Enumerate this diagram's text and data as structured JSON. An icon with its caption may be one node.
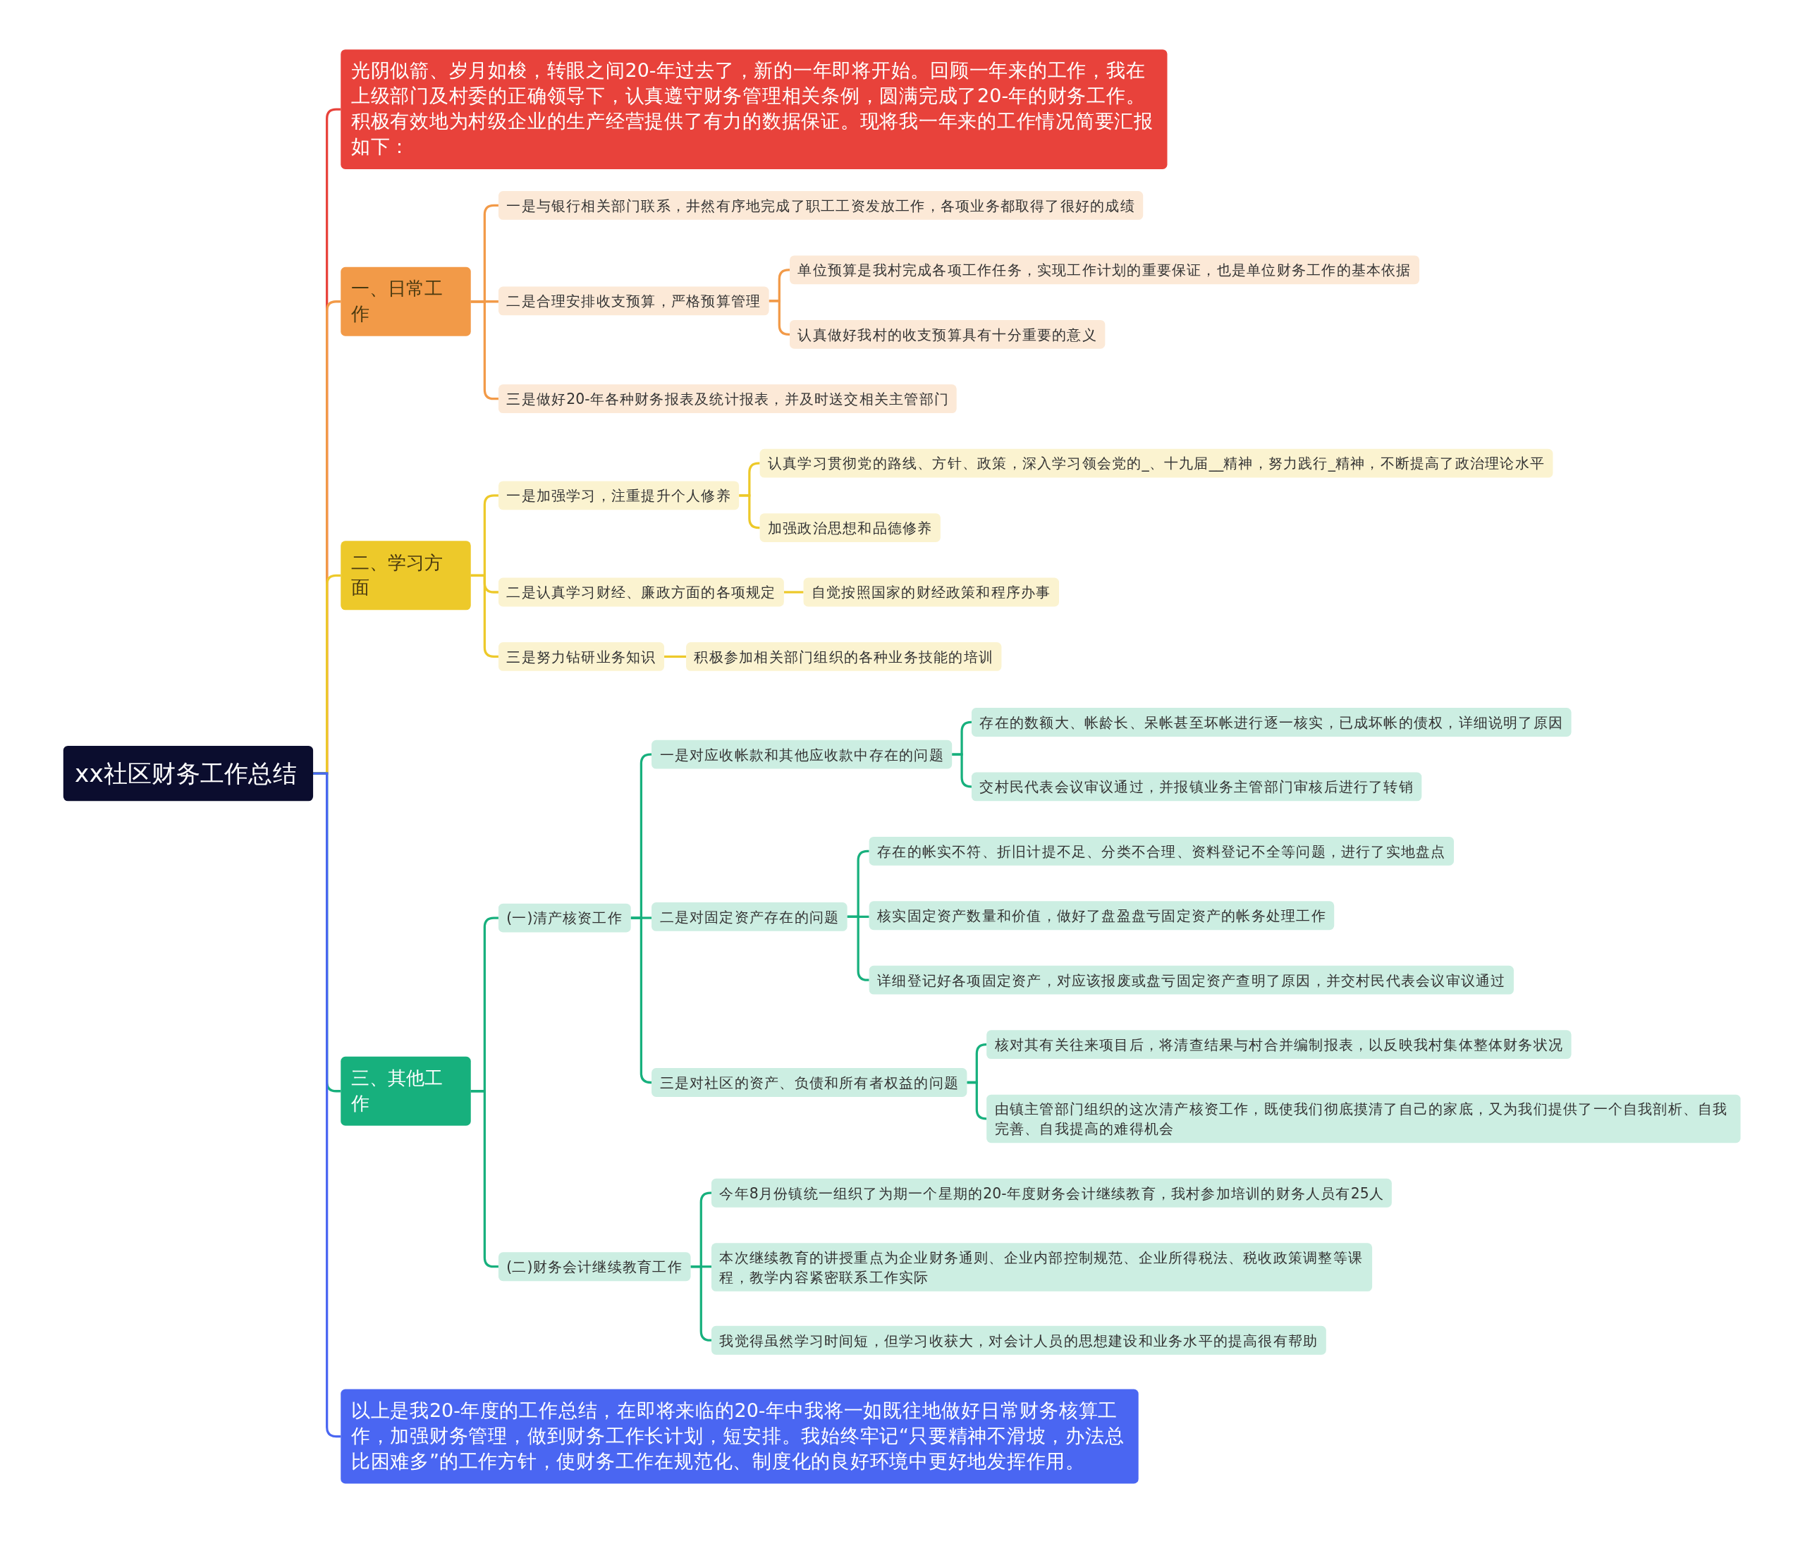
{
  "diagram": {
    "nodes": [
      {
        "text": [
          "xx社区财务工作总结"
        ]
      },
      {
        "text": [
          "光阴似箭、岁月如梭，转眼之间20-年过去了，新的一年即将开始。回顾一年来的工作，我在上级部门及村委的正确领导下，认真遵守财务管理相关条例，圆满完成了20-年的财务工作。积极有效地为村级企业的生产经营提供了有力的数据保证。现将我一年来的工作情况简要汇报如下："
        ]
      },
      {
        "text": [
          "一、日常工作"
        ]
      },
      {
        "text": [
          "一是与银行相关部门联系，井然有序地完成了职工工资发放工作，各项业务都取得了很好的成绩"
        ]
      },
      {
        "text": [
          "二是合理安排收支预算，严格预算管理"
        ]
      },
      {
        "text": [
          "单位预算是我村完成各项工作任务，实现工作计划的重要保证，也是单位财务工作的基本依据"
        ]
      },
      {
        "text": [
          "认真做好我村的收支预算具有十分重要的意义"
        ]
      },
      {
        "text": [
          "三是做好20-年各种财务报表及统计报表，并及时送交相关主管部门"
        ]
      },
      {
        "text": [
          "二、学习方面"
        ]
      },
      {
        "text": [
          "一是加强学习，注重提升个人修养"
        ]
      },
      {
        "text": [
          "认真学习贯彻党的路线、方针、政策，深入学习领会党的_、十九届__精神，努力践行_精神，不断提高了政治理论水平"
        ]
      },
      {
        "text": [
          "加强政治思想和品德修养"
        ]
      },
      {
        "text": [
          "二是认真学习财经、廉政方面的各项规定"
        ]
      },
      {
        "text": [
          "自觉按照国家的财经政策和程序办事"
        ]
      },
      {
        "text": [
          "三是努力钻研业务知识"
        ]
      },
      {
        "text": [
          "积极参加相关部门组织的各种业务技能的培训"
        ]
      },
      {
        "text": [
          "三、其他工作"
        ]
      },
      {
        "text": [
          "(一)清产核资工作"
        ]
      },
      {
        "text": [
          "一是对应收帐款和其他应收款中存在的问题"
        ]
      },
      {
        "text": [
          "存在的数额大、帐龄长、呆帐甚至坏帐进行逐一核实，已成坏帐的债权，详细说明了原因"
        ]
      },
      {
        "text": [
          "交村民代表会议审议通过，并报镇业务主管部门审核后进行了转销"
        ]
      },
      {
        "text": [
          "二是对固定资产存在的问题"
        ]
      },
      {
        "text": [
          "存在的帐实不符、折旧计提不足、分类不合理、资料登记不全等问题，进行了实地盘点"
        ]
      },
      {
        "text": [
          "核实固定资产数量和价值，做好了盘盈盘亏固定资产的帐务处理工作"
        ]
      },
      {
        "text": [
          "详细登记好各项固定资产，对应该报废或盘亏固定资产查明了原因，并交村民代表会议审议通过"
        ]
      },
      {
        "text": [
          "三是对社区的资产、负债和所有者权益的问题"
        ]
      },
      {
        "text": [
          "核对其有关往来项目后，将清查结果与村合并编制报表，以反映我村集体整体财务状况"
        ]
      },
      {
        "text": [
          "由镇主管部门组织的这次清产核资工作，既使我们彻底摸清了自己的家底，又为我们提供了一个自我剖析、自我完善、自我提高的难得机会"
        ]
      },
      {
        "text": [
          "(二)财务会计继续教育工作"
        ]
      },
      {
        "text": [
          "今年8月份镇统一组织了为期一个星期的20-年度财务会计继续教育，我村参加培训的财务人员有25人"
        ]
      },
      {
        "text": [
          "本次继续教育的讲授重点为企业财务通则、企业内部控制规范、企业所得税法、税收政策调整等课程，教学内容紧密联系工作实际"
        ]
      },
      {
        "text": [
          "我觉得虽然学习时间短，但学习收获大，对会计人员的思想建设和业务水平的提高很有帮助"
        ]
      },
      {
        "text": [
          "以上是我20-年度的工作总结，在即将来临的20-年中我将一如既往地做好日常财务核算工作，加强财务管理，做到财务工作长计划，短安排。我始终牢记“只要精神不滑坡，办法总比困难多”的工作方针，使财务工作在规范化、制度化的良好环境中更好地发挥作用。"
        ]
      }
    ],
    "edges": [
      {
        "from": 0,
        "to": 1,
        "arrow": "none",
        "color": "#e8423b"
      },
      {
        "from": 0,
        "to": 2,
        "arrow": "none",
        "color": "#f29a48"
      },
      {
        "from": 2,
        "to": 3,
        "arrow": "none",
        "color": "#f29a48"
      },
      {
        "from": 2,
        "to": 4,
        "arrow": "none",
        "color": "#f29a48"
      },
      {
        "from": 4,
        "to": 5,
        "arrow": "none",
        "color": "#f29a48"
      },
      {
        "from": 4,
        "to": 6,
        "arrow": "none",
        "color": "#f29a48"
      },
      {
        "from": 2,
        "to": 7,
        "arrow": "none",
        "color": "#f29a48"
      },
      {
        "from": 0,
        "to": 8,
        "arrow": "none",
        "color": "#edc92a"
      },
      {
        "from": 8,
        "to": 9,
        "arrow": "none",
        "color": "#edc92a"
      },
      {
        "from": 9,
        "to": 10,
        "arrow": "none",
        "color": "#edc92a"
      },
      {
        "from": 9,
        "to": 11,
        "arrow": "none",
        "color": "#edc92a"
      },
      {
        "from": 8,
        "to": 12,
        "arrow": "none",
        "color": "#edc92a"
      },
      {
        "from": 12,
        "to": 13,
        "arrow": "none",
        "color": "#edc92a"
      },
      {
        "from": 8,
        "to": 14,
        "arrow": "none",
        "color": "#edc92a"
      },
      {
        "from": 14,
        "to": 15,
        "arrow": "none",
        "color": "#edc92a"
      },
      {
        "from": 0,
        "to": 16,
        "arrow": "none",
        "color": "#17b07d"
      },
      {
        "from": 16,
        "to": 17,
        "arrow": "none",
        "color": "#17b07d"
      },
      {
        "from": 17,
        "to": 18,
        "arrow": "none",
        "color": "#17b07d"
      },
      {
        "from": 18,
        "to": 19,
        "arrow": "none",
        "color": "#17b07d"
      },
      {
        "from": 18,
        "to": 20,
        "arrow": "none",
        "color": "#17b07d"
      },
      {
        "from": 17,
        "to": 21,
        "arrow": "none",
        "color": "#17b07d"
      },
      {
        "from": 21,
        "to": 22,
        "arrow": "none",
        "color": "#17b07d"
      },
      {
        "from": 21,
        "to": 23,
        "arrow": "none",
        "color": "#17b07d"
      },
      {
        "from": 21,
        "to": 24,
        "arrow": "none",
        "color": "#17b07d"
      },
      {
        "from": 17,
        "to": 25,
        "arrow": "none",
        "color": "#17b07d"
      },
      {
        "from": 25,
        "to": 26,
        "arrow": "none",
        "color": "#17b07d"
      },
      {
        "from": 25,
        "to": 27,
        "arrow": "none",
        "color": "#17b07d"
      },
      {
        "from": 16,
        "to": 28,
        "arrow": "none",
        "color": "#17b07d"
      },
      {
        "from": 28,
        "to": 29,
        "arrow": "none",
        "color": "#17b07d"
      },
      {
        "from": 28,
        "to": 30,
        "arrow": "none",
        "color": "#17b07d"
      },
      {
        "from": 28,
        "to": 31,
        "arrow": "none",
        "color": "#17b07d"
      },
      {
        "from": 0,
        "to": 32,
        "arrow": "none",
        "color": "#4a66f2"
      }
    ]
  }
}
